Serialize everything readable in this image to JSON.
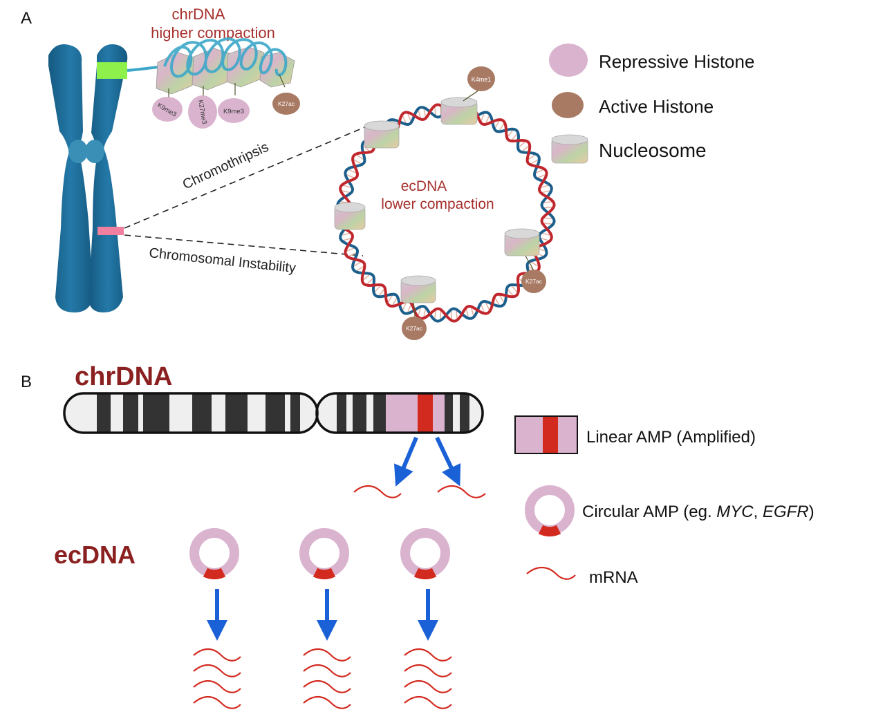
{
  "panel_a": {
    "label": "A",
    "chr_title_line1": "chrDNA",
    "chr_title_line2": "higher compaction",
    "ec_title_line1": "ecDNA",
    "ec_title_line2": "lower compaction",
    "chromothripsis": "Chromothripsis",
    "instability": "Chromosomal Instability",
    "marks": {
      "k9me3_a": "K9me3",
      "k27me3": "K27me3",
      "k9me3_b": "K9me3",
      "k27ac_chr": "K27ac",
      "k4me1": "K4me1",
      "k27ac_right": "K27ac",
      "k27ac_bottom": "K27ac"
    },
    "legend": {
      "repressive": "Repressive Histone",
      "active": "Active Histone",
      "nucleosome": "Nucleosome"
    }
  },
  "panel_b": {
    "label": "B",
    "chr_label": "chrDNA",
    "ec_label": "ecDNA",
    "legend": {
      "linear": "Linear AMP (Amplified)",
      "circular_prefix": "Circular AMP (eg. ",
      "circular_gene1": "MYC",
      "circular_sep": ", ",
      "circular_gene2": "EGFR",
      "circular_suffix": ")",
      "mrna": "mRNA"
    }
  },
  "colors": {
    "chromosome_blue": "#1e6c97",
    "title_red": "#a6302c",
    "dark_red": "#8b2020",
    "amp_pink": "#dab4cf",
    "amp_red": "#d32a1f",
    "active_brown": "#a87a64",
    "arrow_blue": "#1a60d6",
    "green_band": "#8df04b",
    "pink_band": "#f07fa0"
  }
}
